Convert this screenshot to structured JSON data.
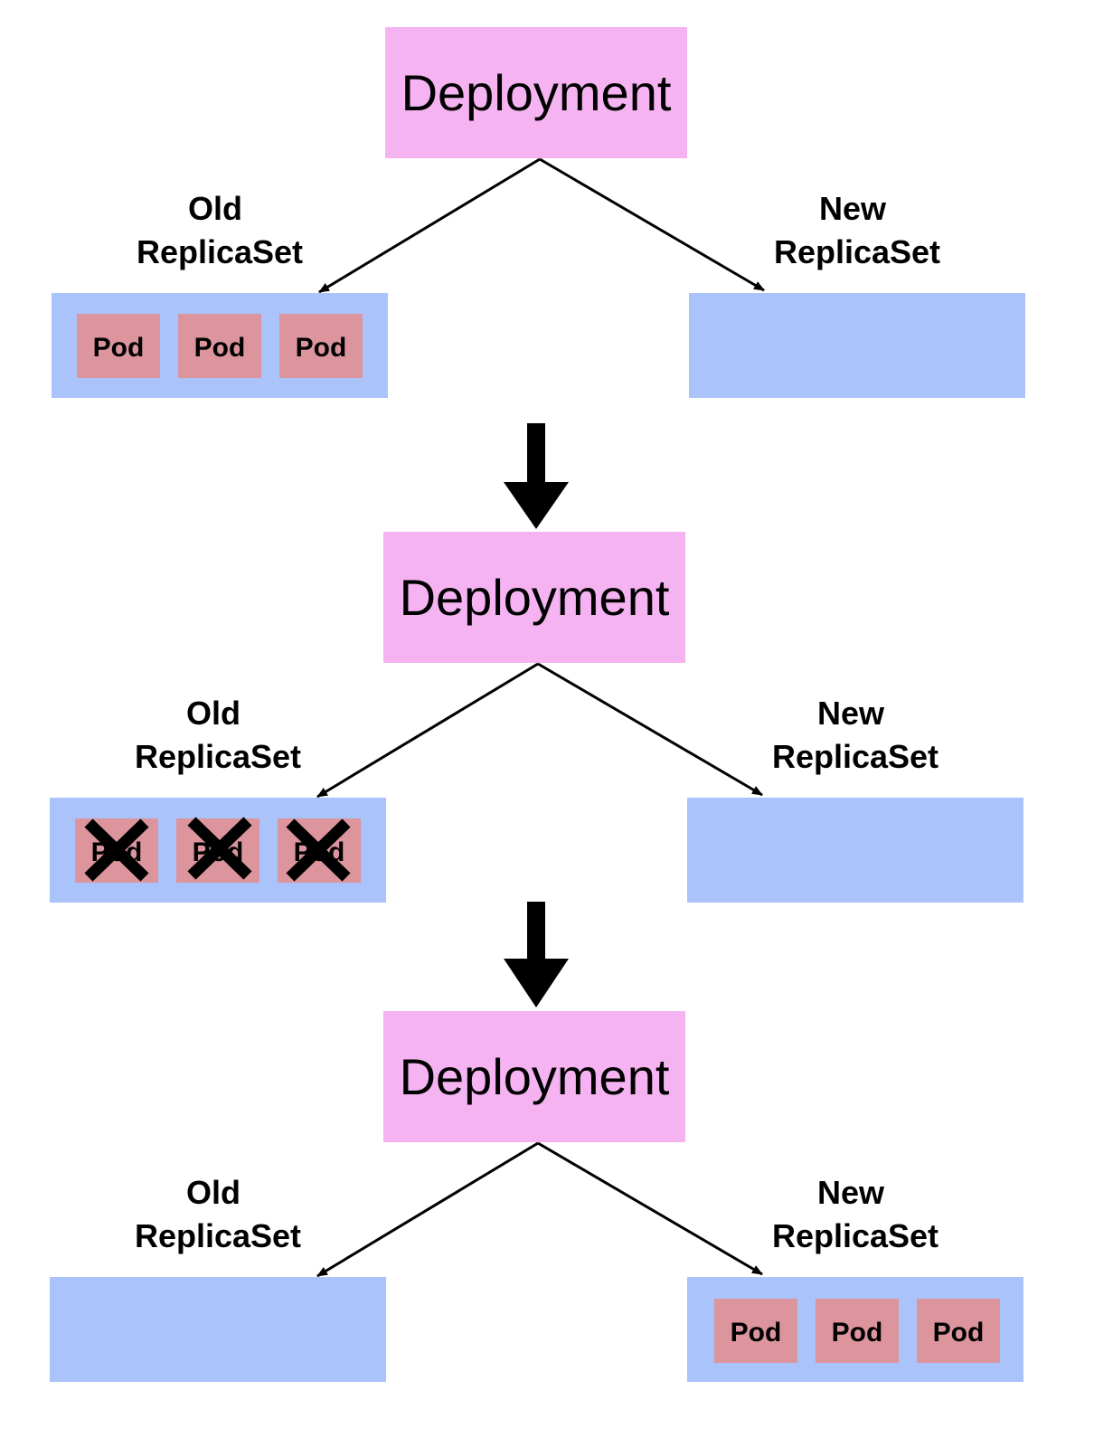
{
  "colors": {
    "deployment_fill": "#f5b3f2",
    "replicaset_fill": "#aac3fa",
    "pod_fill": "#dc959c",
    "arrow_color": "#000000"
  },
  "stages": [
    {
      "deployment_label": "Deployment",
      "old_replicaset": {
        "label_line1": "Old",
        "label_line2": "ReplicaSet",
        "pods": [
          {
            "label": "Pod",
            "terminated": false
          },
          {
            "label": "Pod",
            "terminated": false
          },
          {
            "label": "Pod",
            "terminated": false
          }
        ]
      },
      "new_replicaset": {
        "label_line1": "New",
        "label_line2": "ReplicaSet",
        "pods": []
      }
    },
    {
      "deployment_label": "Deployment",
      "old_replicaset": {
        "label_line1": "Old",
        "label_line2": "ReplicaSet",
        "pods": [
          {
            "label": "Pod",
            "terminated": true
          },
          {
            "label": "Pod",
            "terminated": true
          },
          {
            "label": "Pod",
            "terminated": true
          }
        ]
      },
      "new_replicaset": {
        "label_line1": "New",
        "label_line2": "ReplicaSet",
        "pods": []
      }
    },
    {
      "deployment_label": "Deployment",
      "old_replicaset": {
        "label_line1": "Old",
        "label_line2": "ReplicaSet",
        "pods": []
      },
      "new_replicaset": {
        "label_line1": "New",
        "label_line2": "ReplicaSet",
        "pods": [
          {
            "label": "Pod",
            "terminated": false
          },
          {
            "label": "Pod",
            "terminated": false
          },
          {
            "label": "Pod",
            "terminated": false
          }
        ]
      }
    }
  ]
}
